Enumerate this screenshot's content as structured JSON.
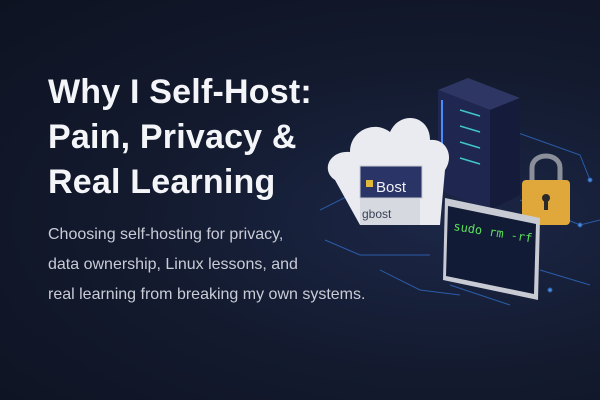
{
  "hero": {
    "title_lines": [
      "Why I Self-Host:",
      "Pain, Privacy &",
      "Real Learning"
    ],
    "subtitle_lines": [
      "Choosing self-hosting for privacy,",
      "data ownership, Linux lessons, and",
      "real learning from breaking my own systems."
    ]
  },
  "illustration": {
    "cloud_panel_label": "Bost",
    "cloud_base_label": "gbost",
    "terminal_command": "sudo rm -rf",
    "icons": [
      "cloud-icon",
      "server-rack-icon",
      "padlock-icon",
      "terminal-icon"
    ],
    "colors": {
      "background": "#131a2e",
      "terminal_text": "#5ce05c",
      "lock": "#e0a83a",
      "circuit": "#3a7bd5"
    }
  }
}
